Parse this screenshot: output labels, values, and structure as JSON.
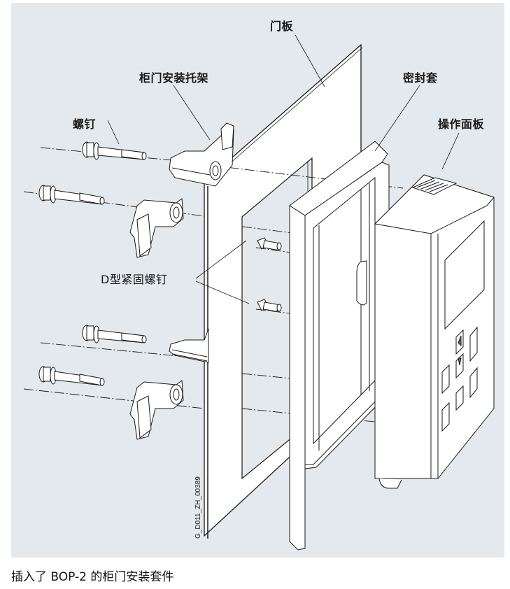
{
  "figure": {
    "background_color": "#e4e9ed",
    "line_color": "#1a1a1a",
    "part_fill": "#ffffff",
    "drawing_id": "G_D011_ZH_00389",
    "labels": {
      "door_panel": "门板",
      "door_mounting_bracket": "柜门安装托架",
      "seal": "密封套",
      "screw": "螺钉",
      "operator_panel": "操作面板",
      "d_type_fixing_screw": "D型紧固螺钉"
    },
    "operator_panel_keys": {
      "up_arrow": "▲",
      "down_arrow": "▼"
    }
  },
  "caption": "插入了 BOP-2 的柜门安装套件"
}
